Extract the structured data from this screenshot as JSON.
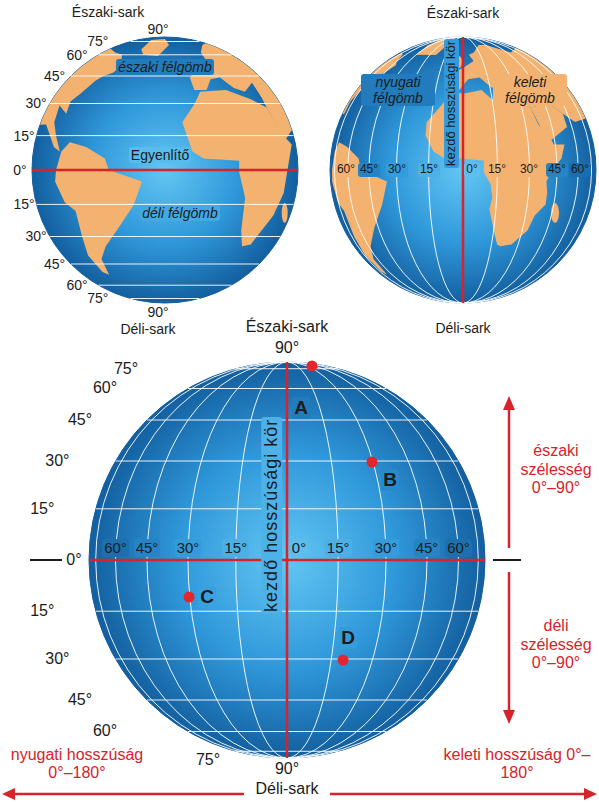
{
  "diagram": {
    "labels": [
      "Északi-sark",
      "90°",
      "75°",
      "60°",
      "45°",
      "30°",
      "15°",
      "0°",
      "15°",
      "30°",
      "45°",
      "60°",
      "75°",
      "90°",
      "Déli-sark",
      "északi félgömb",
      "Egyenlítő",
      "déli félgömb",
      "Északi-sark",
      "nyugati félgömb",
      "keleti félgömb",
      "kezdő hosszúsági kör",
      "60°",
      "45°",
      "30°",
      "15°",
      "0°",
      "15°",
      "30°",
      "45°",
      "60°",
      "Déli-sark",
      "Északi-sark",
      "90°",
      "75°",
      "60°",
      "45°",
      "30°",
      "15°",
      "0°",
      "15°",
      "30°",
      "45°",
      "60°",
      "75°",
      "90°",
      "Déli-sark",
      "60°",
      "45°",
      "30°",
      "15°",
      "0°",
      "15°",
      "30°",
      "45°",
      "60°",
      "kezdő hosszúsági kör",
      "A",
      "B",
      "C",
      "D",
      "északi szélesség 0°–90°",
      "déli szélesség 0°–90°",
      "nyugati hosszúság 0°–180°",
      "keleti hosszúság 0°–180°"
    ]
  }
}
